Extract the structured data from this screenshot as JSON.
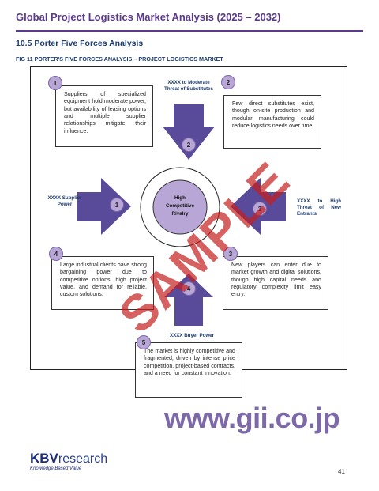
{
  "header": {
    "title": "Global Project Logistics Market Analysis (2025 – 2032)"
  },
  "section": {
    "heading": "10.5 Porter Five Forces Analysis",
    "figure_caption": "FIG 11 PORTER'S FIVE FORCES ANALYSIS – PROJECT LOGISTICS MARKET"
  },
  "diagram": {
    "center": {
      "line1": "High",
      "line2": "Competitive",
      "line3": "Rivalry"
    },
    "arrow_labels": {
      "supplier": "XXXX Supplier Power",
      "substitutes": "XXXX to Moderate Threat of Substitutes",
      "new_entrants": "XXXX to High Threat of New Entrants",
      "buyer": "XXXX Buyer Power"
    },
    "arrow_numbers": {
      "left": "1",
      "top": "2",
      "right": "3",
      "bottom": "4"
    },
    "boxes": [
      {
        "number": "1",
        "text": "Suppliers of specialized equipment hold moderate power, but availability of leasing options and multiple supplier relationships mitigate their influence."
      },
      {
        "number": "2",
        "text": "Few direct substitutes exist, though on-site production and modular manufacturing could reduce logistics needs over time."
      },
      {
        "number": "4",
        "text": "Large industrial clients have strong bargaining power due to competitive options, high project value, and demand for reliable, custom solutions."
      },
      {
        "number": "3",
        "text": "New players can enter due to market growth and digital solutions, though high capital needs and regulatory complexity limit easy entry."
      },
      {
        "number": "5",
        "text": "The market is highly competitive and fragmented, driven by intense price competition, project-based contracts, and a need for constant innovation."
      }
    ]
  },
  "watermark": {
    "url": "www.gii.co.jp",
    "stamp": "SAMPLE"
  },
  "footer": {
    "logo_main": "KBV",
    "logo_suffix": "research",
    "logo_tagline": "Knowledge Based Value",
    "page_number": "41"
  },
  "colors": {
    "arrow_fill": "#5a4a9a",
    "badge_fill": "#b7a6d6",
    "title_color": "#5b3a8c",
    "heading_color": "#1d3b6e",
    "watermark_red": "#c41e1e"
  }
}
